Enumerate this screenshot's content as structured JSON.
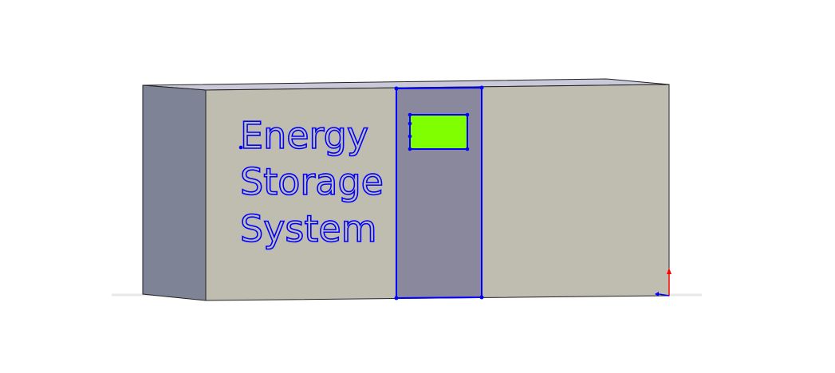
{
  "viewport": {
    "background": "#ffffff"
  },
  "model": {
    "colors": {
      "front_face": "#bfbdb0",
      "side_face": "#7f8396",
      "top_face": "#c9c9d9",
      "door_panel": "#8a889c",
      "display_screen": "#80ff00",
      "sketch_line": "#0000ff",
      "edge": "#222222"
    },
    "label_lines": [
      "Energy",
      "Storage",
      "System"
    ]
  },
  "axis_triad": {
    "colors": {
      "y_axis": "#ff0000",
      "x_axis": "#0000ff"
    }
  }
}
